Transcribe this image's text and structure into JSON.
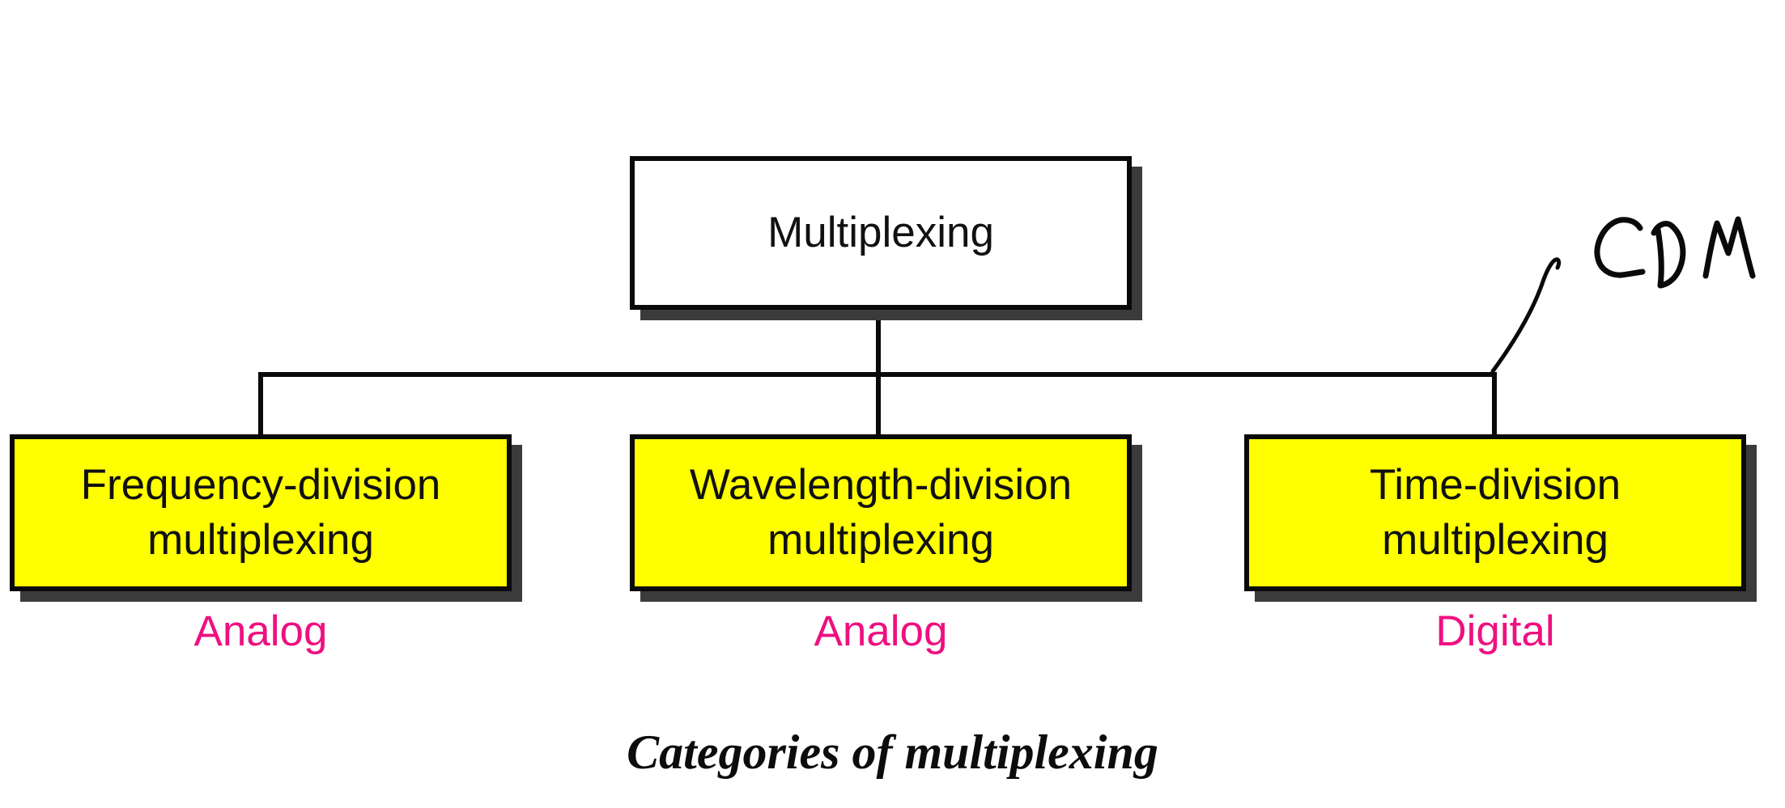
{
  "figure": {
    "root_label": "Multiplexing",
    "branches": [
      {
        "line1": "Frequency-division",
        "line2": "multiplexing",
        "category": "Analog"
      },
      {
        "line1": "Wavelength-division",
        "line2": "multiplexing",
        "category": "Analog"
      },
      {
        "line1": "Time-division",
        "line2": "multiplexing",
        "category": "Digital"
      }
    ],
    "annotation": {
      "label": "CDM"
    },
    "caption": "Categories of multiplexing",
    "colors": {
      "branch_fill": "#ffff00",
      "root_fill": "#ffffff",
      "box_border": "#0a0a0a",
      "box_shadow": "#3b3b3b",
      "category_text": "#ee1080",
      "connector_line": "#0a0a0a",
      "annotation_ink": "#0a0a0a"
    }
  }
}
